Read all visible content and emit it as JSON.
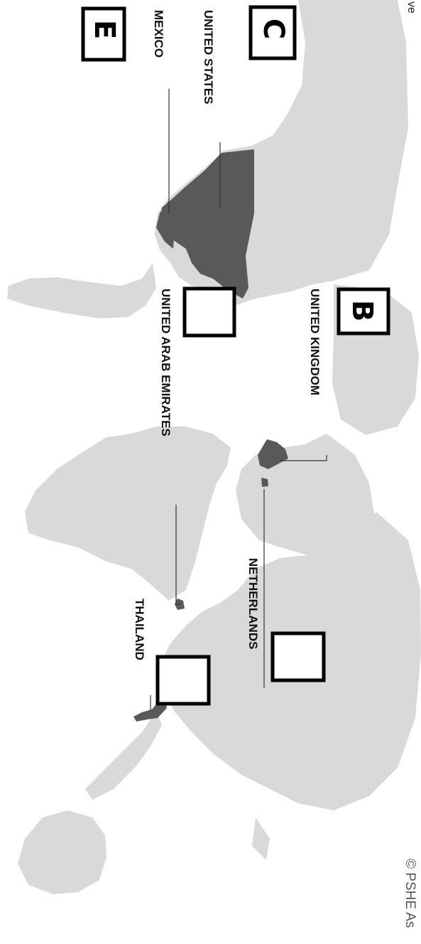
{
  "corner_text": "ve",
  "copyright": "© PSHE As",
  "labels": {
    "us": "UNITED STATES",
    "mexico": "MEXICO",
    "uk": "UNITED KINGDOM",
    "uae": "UNITED ARAB EMIRATES",
    "netherlands": "NETHERLANDS",
    "thailand": "THAILAND"
  },
  "boxes": {
    "c": "C",
    "e": "E",
    "b": "B",
    "empty_1": "",
    "empty_2": "",
    "empty_3": ""
  },
  "colors": {
    "land": "#d9d9d9",
    "highlight": "#595959",
    "box_border": "#000000"
  }
}
